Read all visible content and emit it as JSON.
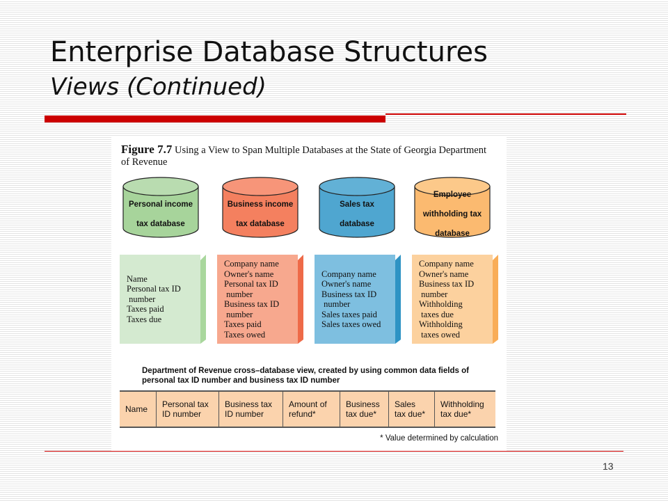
{
  "slide": {
    "title": "Enterprise Database Structures",
    "subtitle": "Views (Continued)",
    "page_number": "13"
  },
  "figure": {
    "label": "Figure 7.7",
    "caption": "Using a View to Span Multiple Databases at the State of Georgia Department of Revenue",
    "databases": [
      {
        "name": "Personal income tax database",
        "name_lines": [
          "Personal income",
          "tax database"
        ],
        "top_color": "#b9dcb0",
        "body_color": "#a7d49b",
        "box_color": "#d4ead0",
        "side_color": "#a9d79d",
        "fields": [
          "Name",
          "Personal tax ID",
          " number",
          "Taxes paid",
          "Taxes due"
        ]
      },
      {
        "name": "Business income tax database",
        "name_lines": [
          "Business income",
          "tax database"
        ],
        "top_color": "#f79579",
        "body_color": "#f4805f",
        "box_color": "#f7a88e",
        "side_color": "#ee6a48",
        "fields": [
          "Company name",
          "Owner's name",
          "Personal tax ID",
          " number",
          "Business tax ID",
          " number",
          "Taxes paid",
          "Taxes owed"
        ]
      },
      {
        "name": "Sales tax database",
        "name_lines": [
          "Sales tax",
          "database"
        ],
        "top_color": "#62b1d6",
        "body_color": "#4fa6d0",
        "box_color": "#7ebfe0",
        "side_color": "#2e93c4",
        "fields": [
          "Company name",
          "Owner's name",
          "Business tax ID",
          " number",
          "Sales taxes paid",
          "Sales taxes owed"
        ]
      },
      {
        "name": "Employee withholding tax database",
        "name_lines": [
          "Employee",
          "withholding tax",
          "database"
        ],
        "top_color": "#fcc98a",
        "body_color": "#fbba70",
        "box_color": "#fcd19e",
        "side_color": "#f9ad57",
        "fields": [
          "Company name",
          "Owner's name",
          "Business tax ID",
          " number",
          "Withholding",
          " taxes due",
          "Withholding",
          " taxes owed"
        ]
      }
    ],
    "view_caption": "Department of Revenue cross–database view, created by using common data fields of personal tax ID number and business tax ID number",
    "view_columns": [
      {
        "lines": [
          "Name"
        ]
      },
      {
        "lines": [
          "Personal tax",
          "ID number"
        ]
      },
      {
        "lines": [
          "Business tax",
          "ID number"
        ]
      },
      {
        "lines": [
          "Amount of",
          "refund*"
        ]
      },
      {
        "lines": [
          "Business",
          "tax due*"
        ]
      },
      {
        "lines": [
          "Sales",
          "tax due*"
        ]
      },
      {
        "lines": [
          "Withholding",
          "tax due*"
        ]
      }
    ],
    "footnote": "* Value determined by calculation"
  },
  "colors": {
    "accent_red": "#cc0000",
    "view_table_fill": "#fbd3ad"
  }
}
